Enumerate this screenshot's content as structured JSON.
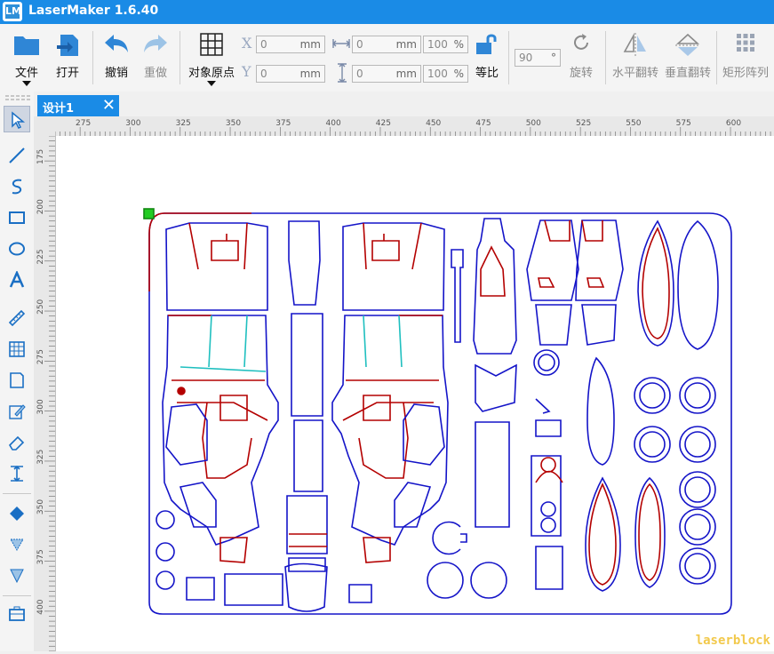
{
  "app": {
    "title": "LaserMaker 1.6.40",
    "icon_name": "lasermaker-app-icon",
    "icon_text": "LM"
  },
  "toolbar": {
    "file_label": "文件",
    "open_label": "打开",
    "undo_label": "撤销",
    "redo_label": "重做",
    "origin_label": "对象原点",
    "x_axis": "X",
    "y_axis": "Y",
    "x_value": "0",
    "y_value": "0",
    "unit": "mm",
    "width_value": "0",
    "height_value": "0",
    "width_scale": "100",
    "height_scale": "100",
    "percent": "%",
    "equal_ratio_label": "等比",
    "rotate_angle": "90",
    "degree": "°",
    "rotate_label": "旋转",
    "hflip_label": "水平翻转",
    "vflip_label": "垂直翻转",
    "array_label": "矩形阵列"
  },
  "tabs": [
    {
      "label": "设计1",
      "close": "✕"
    }
  ],
  "ruler_top": [
    "275",
    "300",
    "325",
    "350",
    "375",
    "400",
    "425",
    "450",
    "475",
    "500",
    "525",
    "550",
    "575",
    "600"
  ],
  "ruler_left": [
    "175",
    "200",
    "225",
    "250",
    "275",
    "300",
    "325",
    "350",
    "375",
    "400"
  ],
  "side_tools": [
    "select-tool",
    "line-tool",
    "curve-tool",
    "rectangle-tool",
    "ellipse-tool",
    "text-tool",
    "ruler-tool",
    "grid-tool",
    "page-tool",
    "edit-tool",
    "eraser-tool",
    "align-tool",
    "fill-tool",
    "arrow-down-tool",
    "vector-tool",
    "toolbox-tool"
  ],
  "colors": {
    "accent": "#1a8be6",
    "cut_line": "#1414c8",
    "engrave_line": "#b40000",
    "origin_marker": "#22cc22"
  },
  "watermark": "laserblock"
}
